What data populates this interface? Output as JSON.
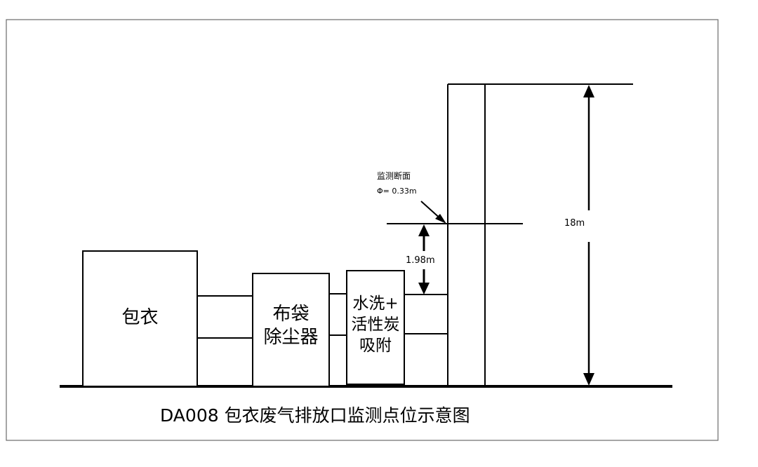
{
  "diagram": {
    "caption": "DA008 包衣废气排放口监测点位示意图",
    "process_units": [
      {
        "name": "coating",
        "label": "包衣"
      },
      {
        "name": "bag-filter",
        "label_line1": "布袋",
        "label_line2": "除尘器"
      },
      {
        "name": "water-wash-carbon",
        "label_line1": "水洗+",
        "label_line2": "活性炭",
        "label_line3": "吸附"
      }
    ],
    "monitoring_section": {
      "label": "监测断面",
      "diameter": "Φ= 0.33m"
    },
    "dimensions": {
      "monitor_height": "1.98m",
      "stack_height": "18m"
    }
  }
}
